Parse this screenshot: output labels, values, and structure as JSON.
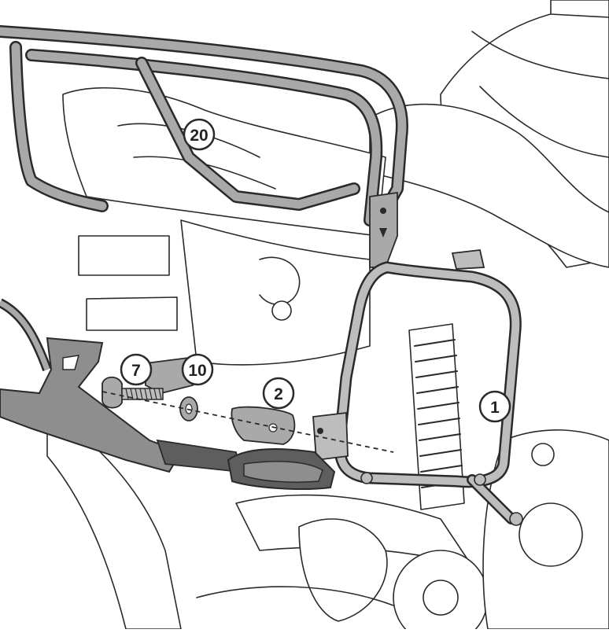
{
  "diagram": {
    "callouts": [
      {
        "id": "c20",
        "label": "20"
      },
      {
        "id": "c7",
        "label": "7"
      },
      {
        "id": "c10",
        "label": "10"
      },
      {
        "id": "c2",
        "label": "2"
      },
      {
        "id": "c1",
        "label": "1"
      }
    ],
    "colors": {
      "outline": "#2a2a2a",
      "part_fill": "#a9a9a9",
      "part_dark": "#5e5e5e",
      "background": "#ffffff",
      "callout_fill": "#ffffff"
    }
  }
}
